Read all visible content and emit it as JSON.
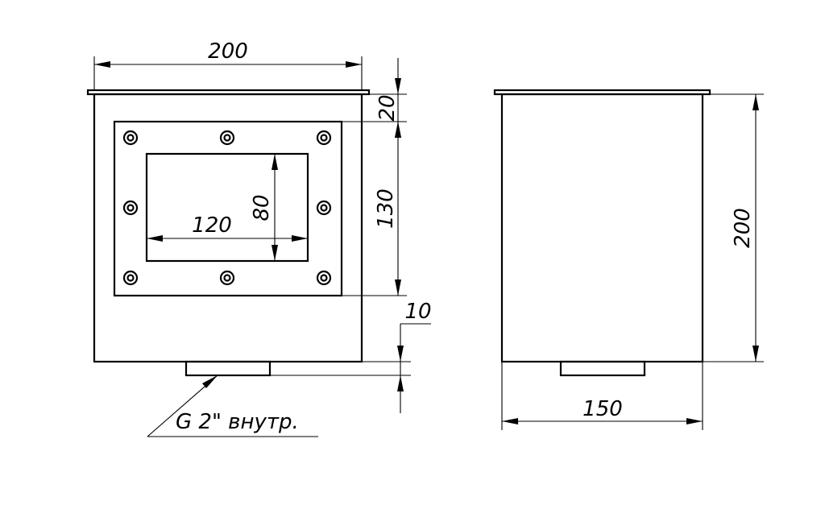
{
  "front_view": {
    "dim_width": "200",
    "dim_flange": "20",
    "dim_frame_height": "130",
    "dim_opening_width": "120",
    "dim_opening_height": "80",
    "dim_pipe": "10",
    "pipe_callout": "G 2\" внутр."
  },
  "side_view": {
    "dim_height": "200",
    "dim_depth": "150"
  }
}
